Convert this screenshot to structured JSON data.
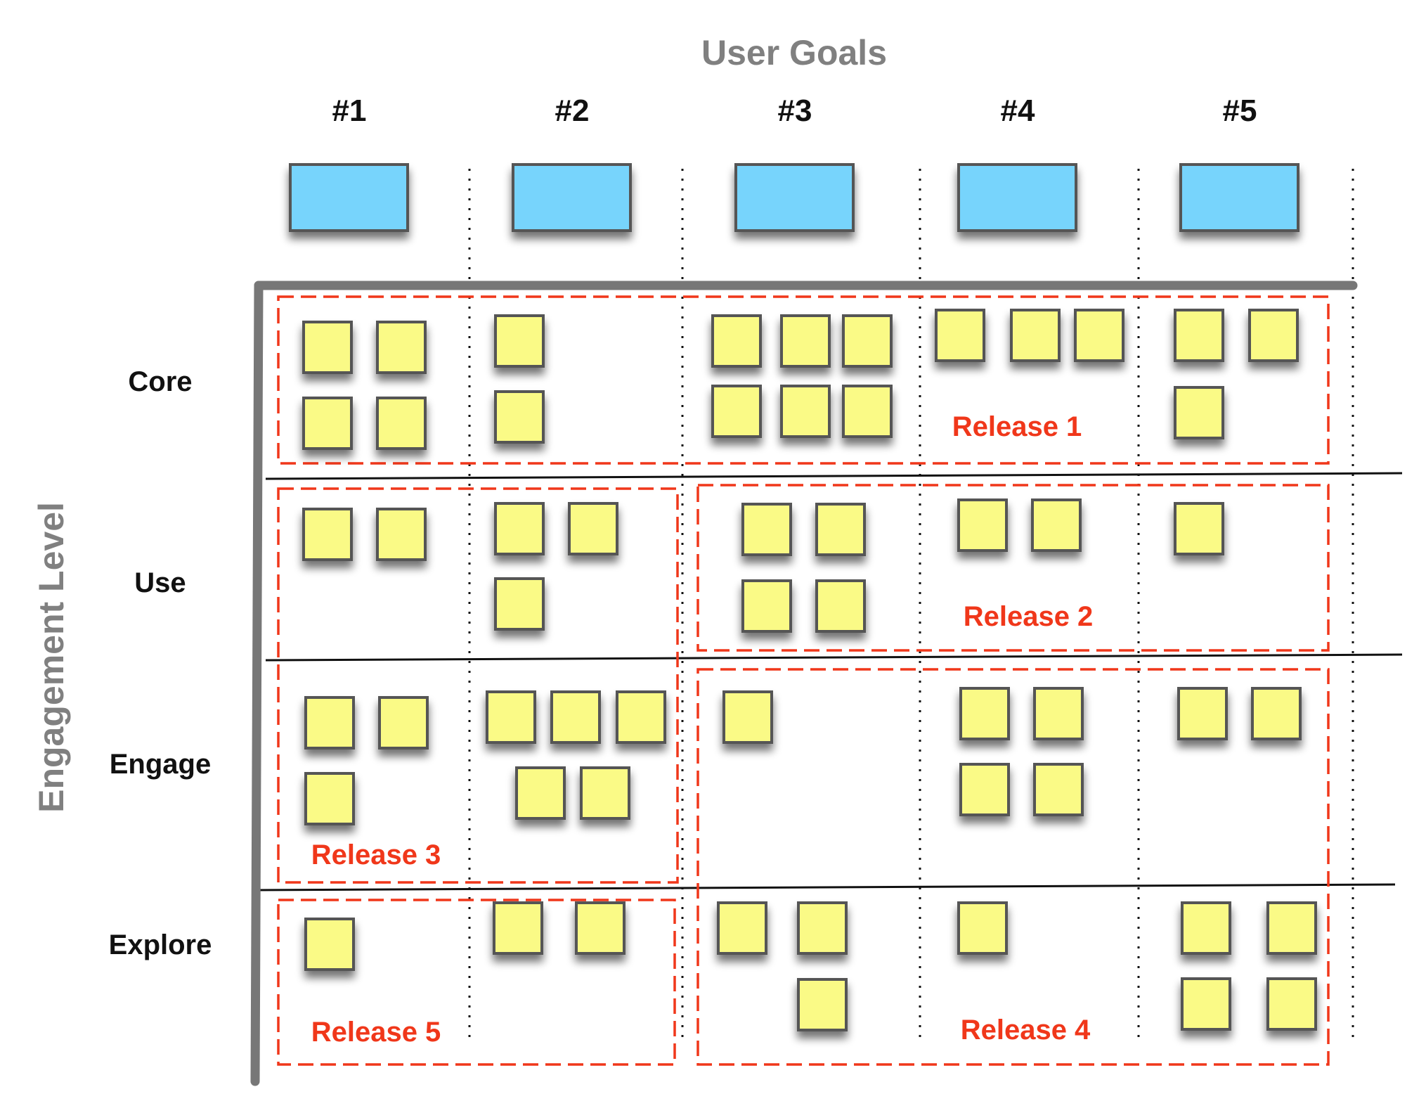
{
  "top_axis_title": "User Goals",
  "side_axis_title": "Engagement Level",
  "goals": [
    "#1",
    "#2",
    "#3",
    "#4",
    "#5"
  ],
  "rows": [
    "Core",
    "Use",
    "Engage",
    "Explore"
  ],
  "releases": [
    "Release 1",
    "Release 2",
    "Release 3",
    "Release 4",
    "Release 5"
  ],
  "colors": {
    "goal_card": "#77d4fc",
    "story_card": "#fafa86",
    "card_border": "#555555",
    "release_border": "#f0371a",
    "axis": "#777777",
    "axis_title": "#808080"
  }
}
